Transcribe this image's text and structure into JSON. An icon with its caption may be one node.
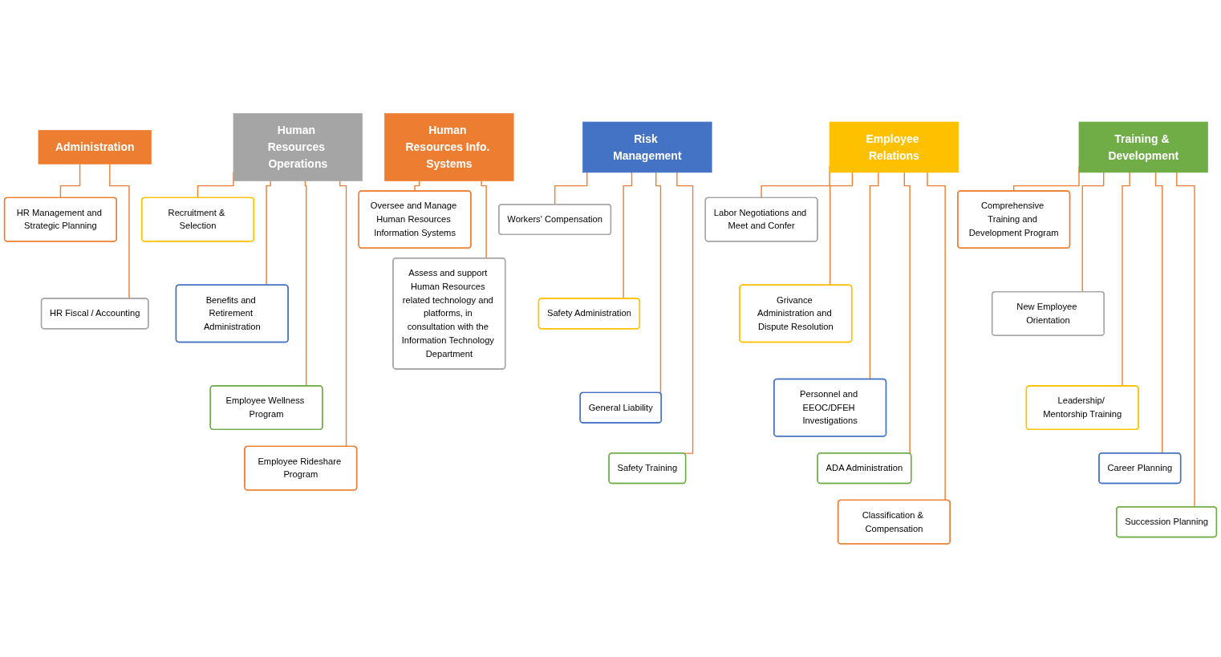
{
  "diagram": {
    "nodes": [
      {
        "text": [
          "Administration"
        ]
      },
      {
        "text": [
          "HR Management and Strategic Planning"
        ]
      },
      {
        "text": [
          "HR Fiscal / Accounting"
        ]
      },
      {
        "text": [
          "Human Resources Operations"
        ]
      },
      {
        "text": [
          "Recruitment & Selection"
        ]
      },
      {
        "text": [
          "Benefits and Retirement Administration"
        ]
      },
      {
        "text": [
          "Employee Wellness Program"
        ]
      },
      {
        "text": [
          "Employee Rideshare Program"
        ]
      },
      {
        "text": [
          "Employee Relations"
        ]
      },
      {
        "text": [
          "Labor Negotiations and Meet and Confer"
        ]
      },
      {
        "text": [
          "Grivance Administration and Dispute Resolution"
        ]
      },
      {
        "text": [
          "Personnel and EEOC/DFEH Investigations"
        ]
      },
      {
        "text": [
          "ADA Administration"
        ]
      },
      {
        "text": [
          "Classification & Compensation"
        ]
      },
      {
        "text": [
          "Risk Management"
        ]
      },
      {
        "text": [
          "Workers' Compensation"
        ]
      },
      {
        "text": [
          "Safety Administration"
        ]
      },
      {
        "text": [
          "General Liability"
        ]
      },
      {
        "text": [
          "Safety Training"
        ]
      },
      {
        "text": [
          "Training & Development"
        ]
      },
      {
        "text": [
          "Comprehensive Training and Development Program"
        ]
      },
      {
        "text": [
          "New Employee Orientation"
        ]
      },
      {
        "text": [
          "Leadership/ Mentorship Training"
        ]
      },
      {
        "text": [
          "Career Planning"
        ]
      },
      {
        "text": [
          "Succession Planning"
        ]
      },
      {
        "text": [
          "Human Resources Info. Systems"
        ]
      },
      {
        "text": [
          "Oversee and Manage Human Resources Information Systems"
        ]
      },
      {
        "text": [
          "Assess and support Human Resources related technology and platforms, in consultation with the Information Technology Department"
        ]
      }
    ],
    "edges": [
      {
        "from": 0,
        "to": 1,
        "arrow": "none"
      },
      {
        "from": 0,
        "to": 2,
        "arrow": "none"
      },
      {
        "from": 3,
        "to": 4,
        "arrow": "none"
      },
      {
        "from": 3,
        "to": 5,
        "arrow": "none"
      },
      {
        "from": 3,
        "to": 6,
        "arrow": "none"
      },
      {
        "from": 3,
        "to": 7,
        "arrow": "none"
      },
      {
        "from": 8,
        "to": 9,
        "arrow": "none"
      },
      {
        "from": 8,
        "to": 10,
        "arrow": "none"
      },
      {
        "from": 8,
        "to": 11,
        "arrow": "none"
      },
      {
        "from": 8,
        "to": 12,
        "arrow": "none"
      },
      {
        "from": 8,
        "to": 13,
        "arrow": "none"
      },
      {
        "from": 14,
        "to": 15,
        "arrow": "none"
      },
      {
        "from": 14,
        "to": 16,
        "arrow": "none"
      },
      {
        "from": 14,
        "to": 17,
        "arrow": "none"
      },
      {
        "from": 14,
        "to": 18,
        "arrow": "none"
      },
      {
        "from": 19,
        "to": 20,
        "arrow": "none"
      },
      {
        "from": 19,
        "to": 21,
        "arrow": "none"
      },
      {
        "from": 19,
        "to": 22,
        "arrow": "none"
      },
      {
        "from": 19,
        "to": 23,
        "arrow": "none"
      },
      {
        "from": 19,
        "to": 24,
        "arrow": "none"
      },
      {
        "from": 25,
        "to": 26,
        "arrow": "none"
      },
      {
        "from": 25,
        "to": 27,
        "arrow": "none"
      }
    ]
  }
}
